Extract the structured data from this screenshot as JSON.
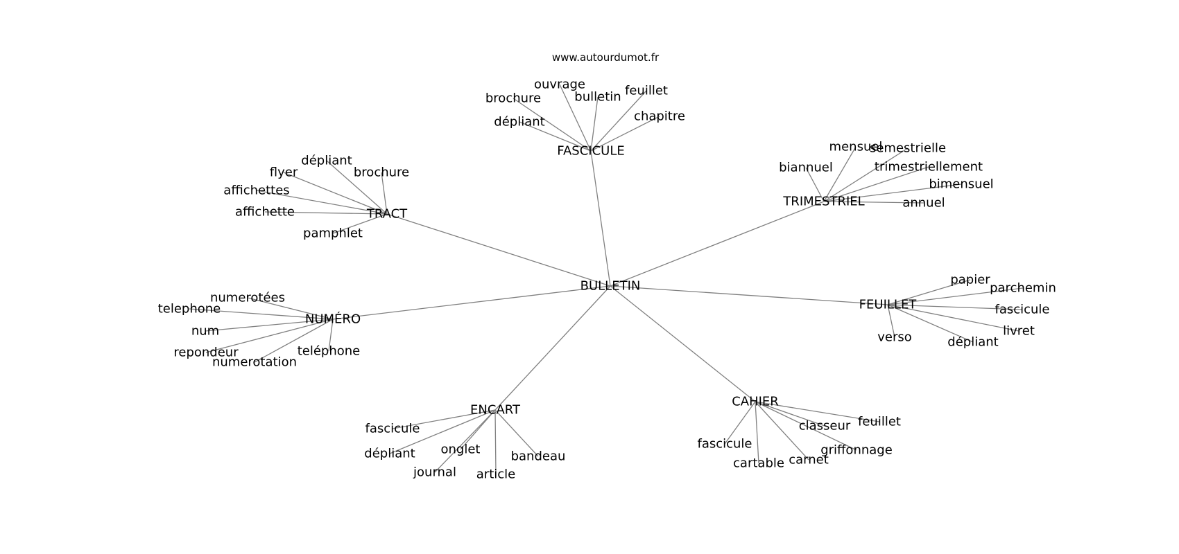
{
  "title": "www.autourdumot.fr",
  "colors": {
    "edge": "#808080",
    "text": "#000000",
    "background": "#ffffff"
  },
  "graph": {
    "root": "BULLETIN",
    "hubs": [
      {
        "label": "FASCICULE",
        "leaves": [
          "ouvrage",
          "brochure",
          "bulletin",
          "feuillet",
          "dépliant",
          "chapitre"
        ]
      },
      {
        "label": "TRACT",
        "leaves": [
          "dépliant",
          "flyer",
          "brochure",
          "affichettes",
          "affichette",
          "pamphlet"
        ]
      },
      {
        "label": "TRIMESTRIEL",
        "leaves": [
          "mensuel",
          "semestrielle",
          "biannuel",
          "trimestriellement",
          "bimensuel",
          "annuel"
        ]
      },
      {
        "label": "NUMÉRO",
        "leaves": [
          "numerotées",
          "telephone",
          "num",
          "repondeur",
          "numerotation",
          "teléphone"
        ]
      },
      {
        "label": "FEUILLET",
        "leaves": [
          "papier",
          "parchemin",
          "fascicule",
          "livret",
          "dépliant",
          "verso"
        ]
      },
      {
        "label": "ENCART",
        "leaves": [
          "fascicule",
          "dépliant",
          "onglet",
          "journal",
          "article",
          "bandeau"
        ]
      },
      {
        "label": "CAHIER",
        "leaves": [
          "feuillet",
          "classeur",
          "griffonnage",
          "fascicule",
          "cartable",
          "carnet"
        ]
      }
    ]
  }
}
